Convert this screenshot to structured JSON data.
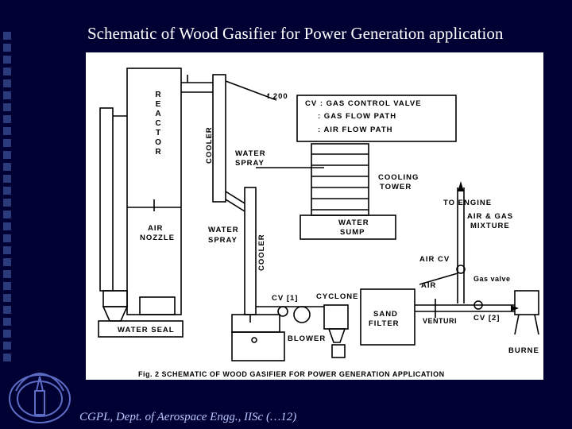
{
  "title": "Schematic of Wood Gasifier for Power Generation application",
  "footer": "CGPL, Dept. of Aerospace Engg., IISc (…12)",
  "legend": {
    "line1": "CV : GAS CONTROL VALVE",
    "line2": ": GAS FLOW PATH",
    "line3": ": AIR FLOW PATH"
  },
  "labels": {
    "reactor": "REACTOR",
    "cooler_top": "COOLER",
    "f200": "f 200",
    "water_spray_1a": "WATER",
    "water_spray_1b": "SPRAY",
    "cooling_tower_a": "COOLING",
    "cooling_tower_b": "TOWER",
    "to_engine": "TO ENGINE",
    "air_gas_a": "AIR & GAS",
    "air_gas_b": "MIXTURE",
    "water_sump_a": "WATER",
    "water_sump_b": "SUMP",
    "air_nozzle_a": "AIR",
    "air_nozzle_b": "NOZZLE",
    "water_spray_2a": "WATER",
    "water_spray_2b": "SPRAY",
    "cooler_mid": "COOLER",
    "air_cv": "AIR CV",
    "air": "AIR",
    "gas_valve": "Gas valve",
    "cv1": "CV [1]",
    "cyclone": "CYCLONE",
    "sand": "SAND",
    "filter": "FILTER",
    "venturi": "VENTURI",
    "cv2": "CV [2]",
    "water_seal": "WATER SEAL",
    "blower": "BLOWER",
    "burner": "BURNE",
    "caption": "Fig. 2 SCHEMATIC OF WOOD GASIFIER FOR POWER GENERATION APPLICATION"
  },
  "colors": {
    "background": "#000033",
    "title_text": "#ffffff",
    "footer_text": "#b9c6ff"
  }
}
